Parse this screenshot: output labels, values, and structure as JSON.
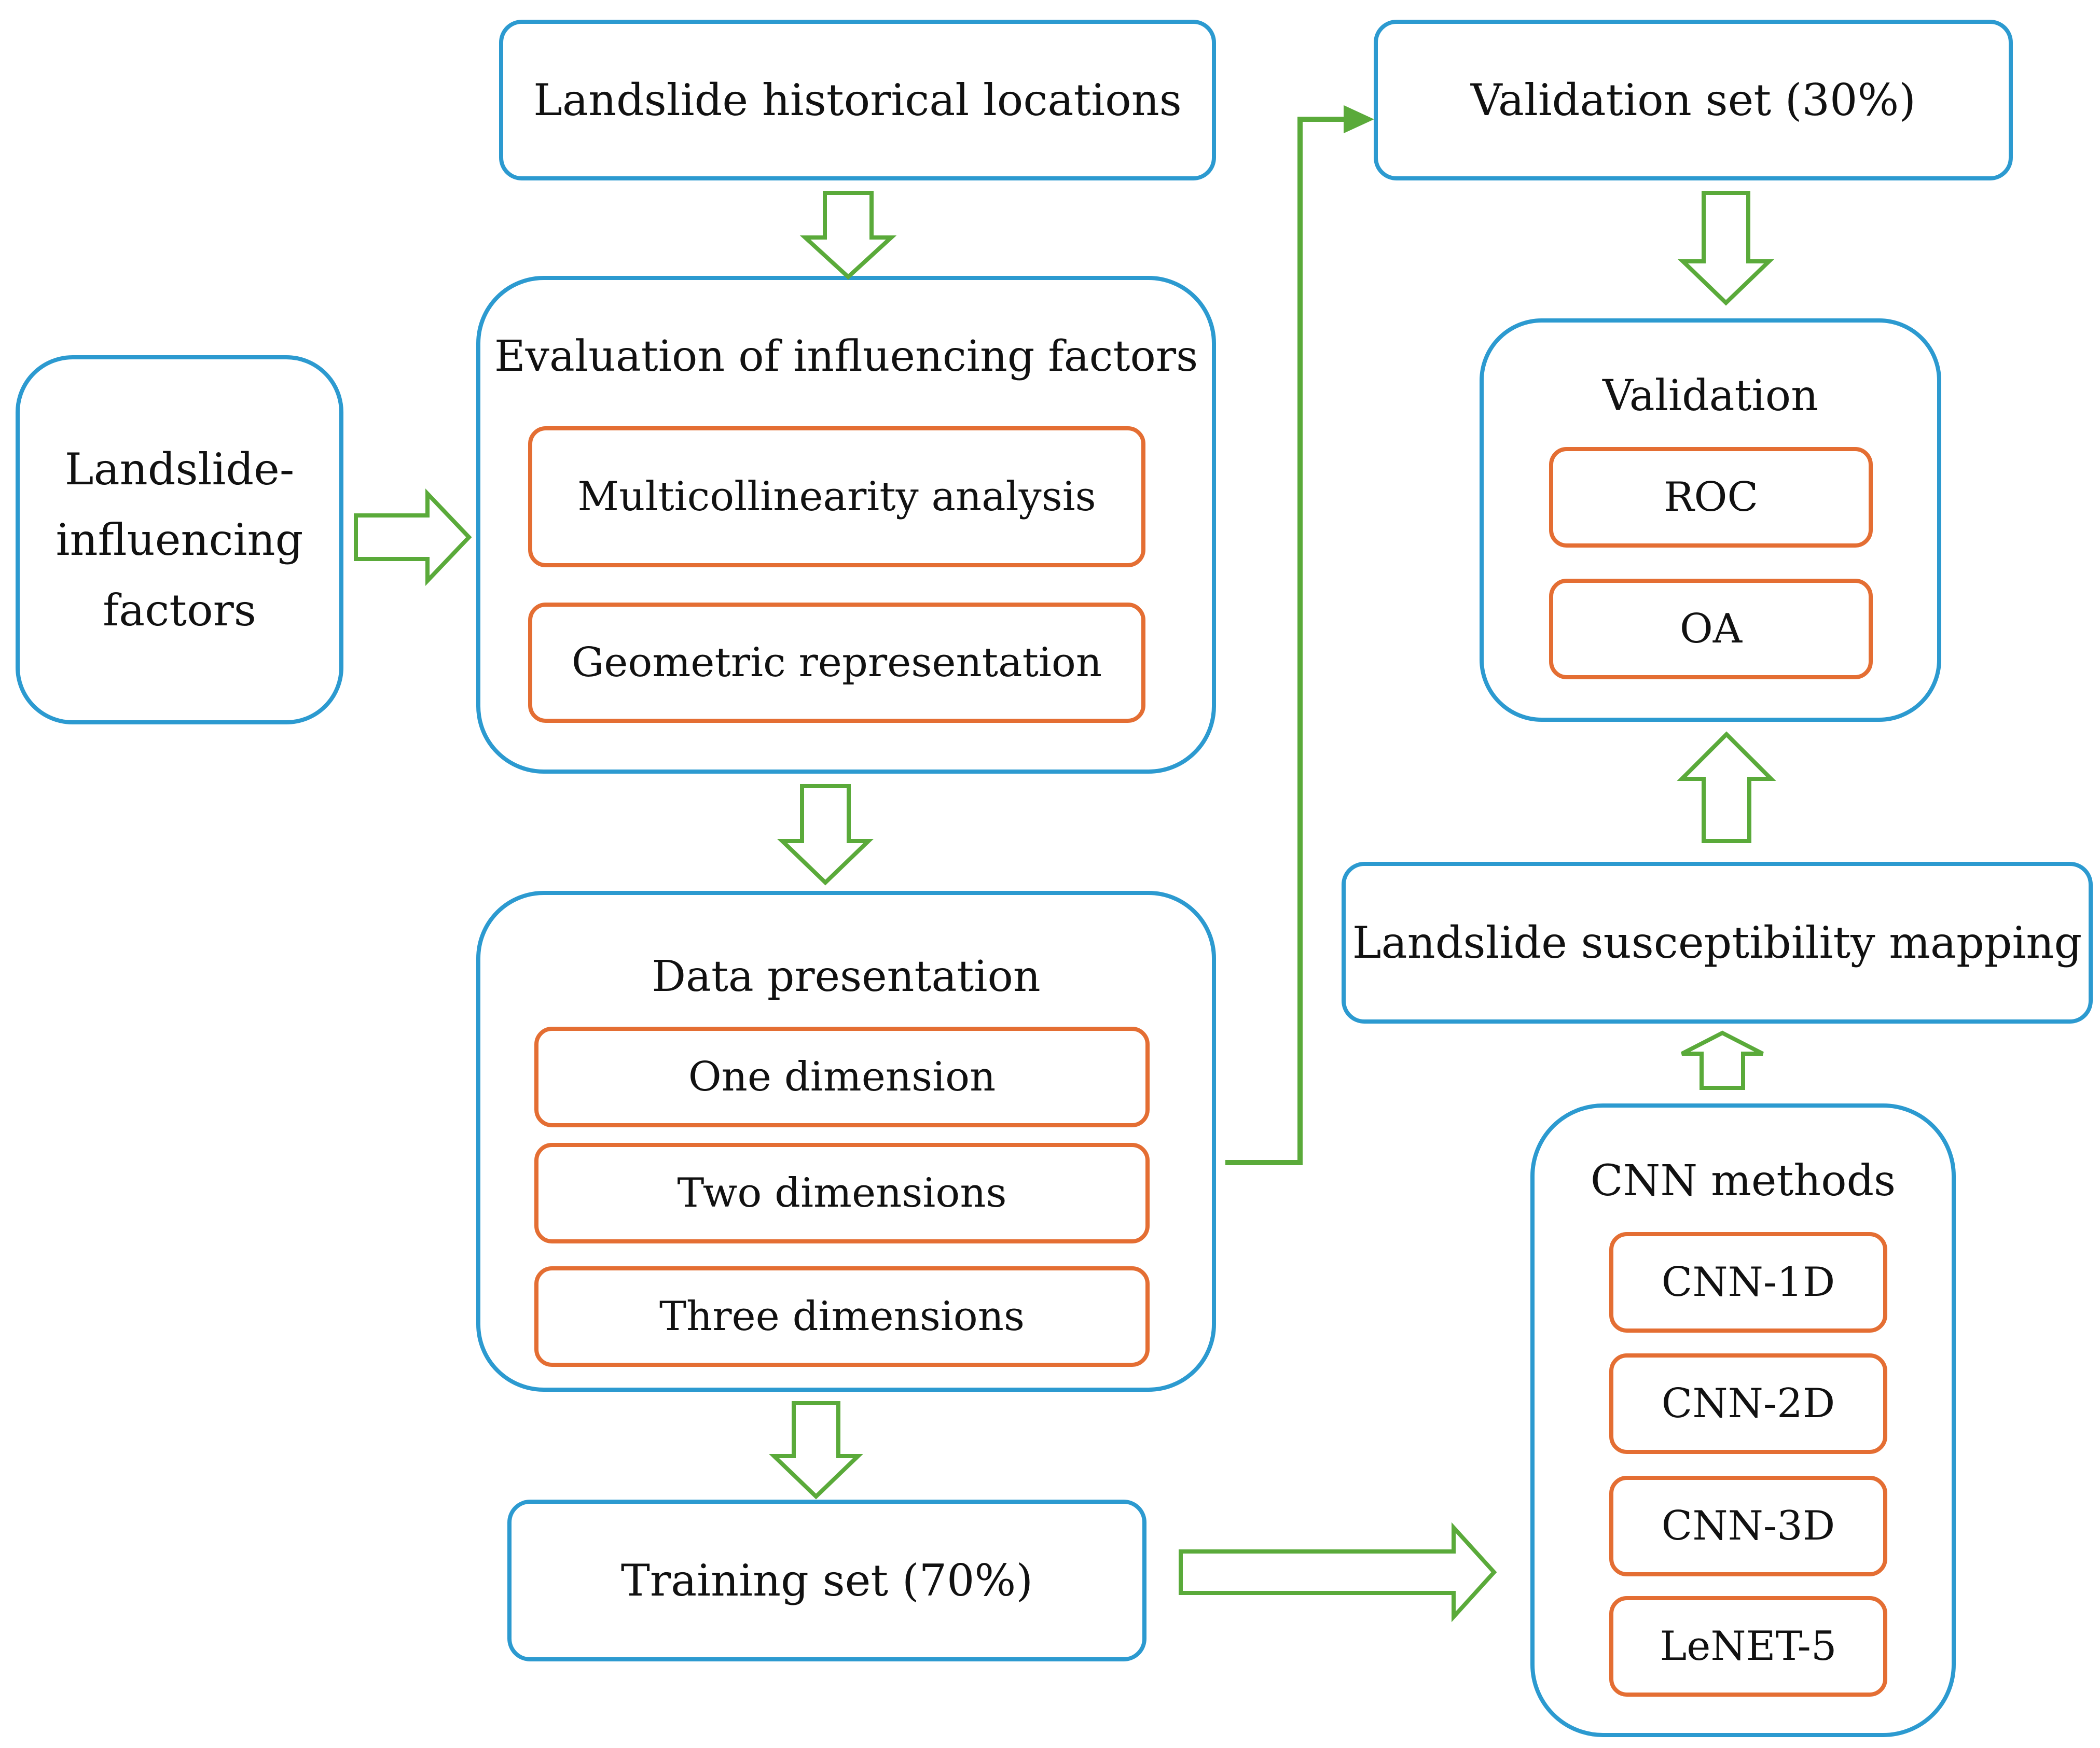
{
  "nodes": {
    "historical": "Landslide historical locations",
    "factors_lines": [
      "Landslide-",
      "influencing",
      "factors"
    ],
    "evaluation": {
      "title": "Evaluation of influencing factors",
      "items": [
        "Multicollinearity analysis",
        "Geometric representation"
      ]
    },
    "data_presentation": {
      "title": "Data presentation",
      "items": [
        "One dimension",
        "Two dimensions",
        "Three dimensions"
      ]
    },
    "training": "Training set (70%)",
    "validation_set": "Validation set (30%)",
    "validation": {
      "title": "Validation",
      "items": [
        "ROC",
        "OA"
      ]
    },
    "mapping": "Landslide susceptibility mapping",
    "cnn": {
      "title": "CNN methods",
      "items": [
        "CNN-1D",
        "CNN-2D",
        "CNN-3D",
        "LeNET-5"
      ]
    }
  },
  "colors": {
    "outer_border": "#2C9AD0",
    "inner_border": "#E46E33",
    "arrow": "#5AAA3A"
  }
}
